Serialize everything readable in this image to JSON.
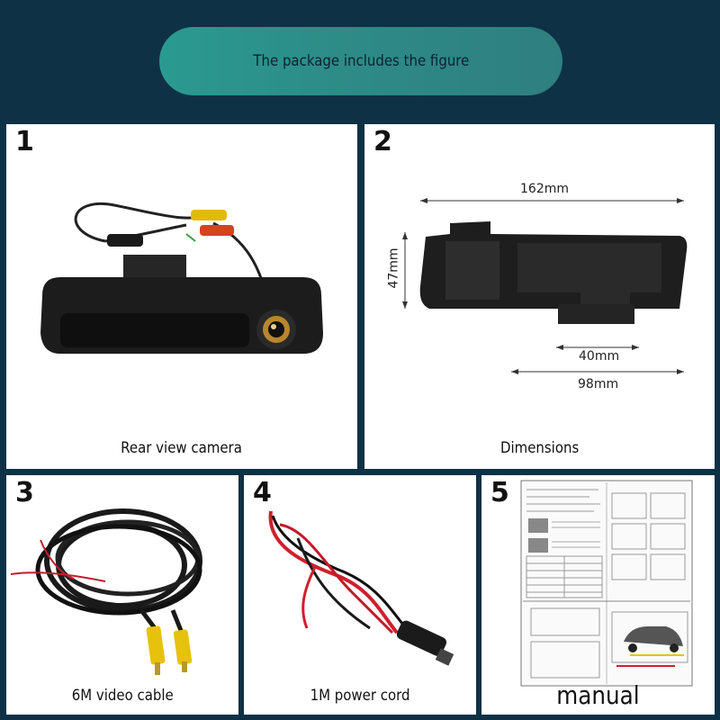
{
  "banner": {
    "text": "The package includes the figure"
  },
  "panels": [
    {
      "number": "1",
      "caption": "Rear view camera"
    },
    {
      "number": "2",
      "caption": "Dimensions"
    },
    {
      "number": "3",
      "caption": "6M video cable"
    },
    {
      "number": "4",
      "caption": "1M power cord"
    },
    {
      "number": "5",
      "caption": "manual"
    }
  ],
  "dimensions": {
    "width_top": "162mm",
    "height": "47mm",
    "inner": "40mm",
    "width_bottom": "98mm"
  },
  "colors": {
    "background": "#0f3146",
    "banner": "#2e8a86",
    "panel": "#ffffff"
  }
}
